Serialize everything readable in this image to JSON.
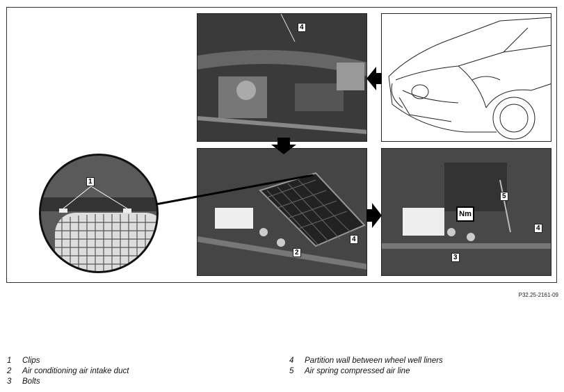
{
  "figure": {
    "reference_code": "P32.25-2161-09",
    "callouts": {
      "top_middle": "4",
      "lower_middle_2": "2",
      "lower_middle_4": "4",
      "lower_right_5": "5",
      "lower_right_3": "3",
      "lower_right_4": "4",
      "zoom_1": "1"
    },
    "torque_label": "Nm"
  },
  "legend": {
    "left": [
      {
        "num": "1",
        "text": "Clips"
      },
      {
        "num": "2",
        "text": "Air conditioning air intake duct"
      },
      {
        "num": "3",
        "text": "Bolts"
      }
    ],
    "right": [
      {
        "num": "4",
        "text": "Partition wall between wheel well liners"
      },
      {
        "num": "5",
        "text": "Air spring compressed air line"
      }
    ]
  }
}
